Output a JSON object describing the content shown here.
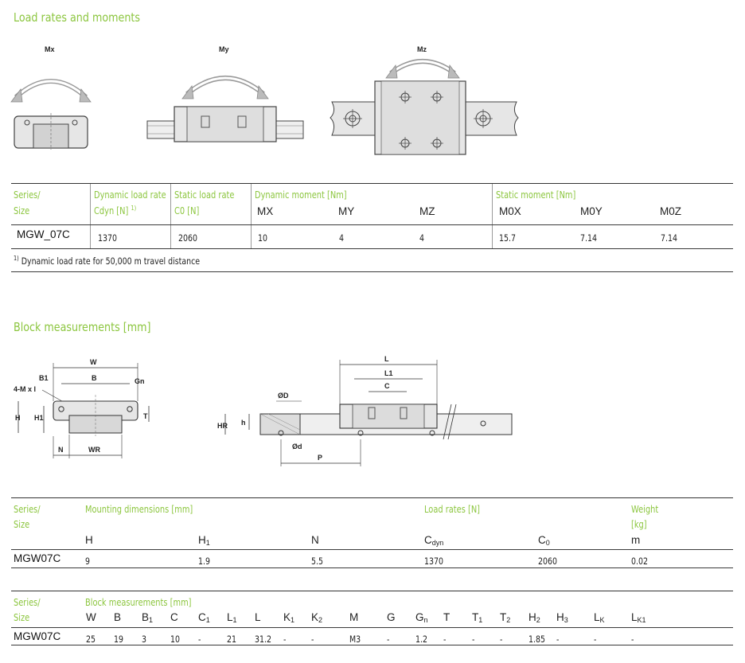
{
  "section1": {
    "title": "Load rates and moments",
    "diagram_labels": {
      "mx": "Mx",
      "my": "My",
      "mz": "Mz"
    },
    "table": {
      "series_label_1": "Series/",
      "series_label_2": "Size",
      "dyn_load_label": "Dynamic load rate",
      "dyn_load_symbol": "Cdyn [N]",
      "dyn_load_footnote_mark": "1)",
      "static_load_label": "Static load rate",
      "static_load_symbol": "C0 [N]",
      "dyn_moment_label": "Dynamic moment [Nm]",
      "static_moment_label": "Static moment [Nm]",
      "col_mx": "MX",
      "col_my": "MY",
      "col_mz": "MZ",
      "col_m0x": "M0X",
      "col_m0y": "M0Y",
      "col_m0z": "M0Z",
      "row": {
        "series": "MGW_07C",
        "cdyn": "1370",
        "c0": "2060",
        "mx": "10",
        "my": "4",
        "mz": "4",
        "m0x": "15.7",
        "m0y": "7.14",
        "m0z": "7.14"
      },
      "footnote_mark": "1)",
      "footnote": "Dynamic load rate for 50,000 m travel distance"
    }
  },
  "section2": {
    "title": "Block measurements [mm]",
    "diagram_labels": {
      "w": "W",
      "b": "B",
      "b1": "B1",
      "gn": "Gn",
      "mxl": "4-M x l",
      "h": "H",
      "h1": "H1",
      "t": "T",
      "n": "N",
      "wr": "WR",
      "l": "L",
      "l1": "L1",
      "c": "C",
      "od": "ØD",
      "hr": "HR",
      "h_small": "h",
      "d_small": "Ød",
      "p": "P"
    },
    "table1": {
      "series_label_1": "Series/",
      "series_label_2": "Size",
      "mounting_label": "Mounting dimensions [mm]",
      "load_label": "Load rates [N]",
      "weight_label_1": "Weight",
      "weight_label_2": "[kg]",
      "col_h": "H",
      "col_h1": "H1",
      "col_n": "N",
      "col_cdyn": "Cdyn",
      "col_c0": "C0",
      "col_m": "m",
      "row": {
        "series": "MGW07C",
        "h": "9",
        "h1": "1.9",
        "n": "5.5",
        "cdyn": "1370",
        "c0": "2060",
        "m": "0.02"
      }
    },
    "table2": {
      "series_label_1": "Series/",
      "series_label_2": "Size",
      "block_label": "Block measurements [mm]",
      "columns": [
        "W",
        "B",
        "B1",
        "C",
        "C1",
        "L1",
        "L",
        "K1",
        "K2",
        "M",
        "G",
        "Gn",
        "T",
        "T1",
        "T2",
        "H2",
        "H3",
        "LK",
        "LK1"
      ],
      "row": {
        "series": "MGW07C",
        "values": [
          "25",
          "19",
          "3",
          "10",
          "-",
          "21",
          "31.2",
          "-",
          "-",
          "M3",
          "-",
          "1.2",
          "-",
          "-",
          "-",
          "1.85",
          "-",
          "-",
          "-"
        ]
      }
    }
  },
  "colors": {
    "accent_green": "#8cc63f",
    "text": "#222222",
    "rule": "#3a3a3a",
    "drawing_fill": "#e6e6e6"
  }
}
